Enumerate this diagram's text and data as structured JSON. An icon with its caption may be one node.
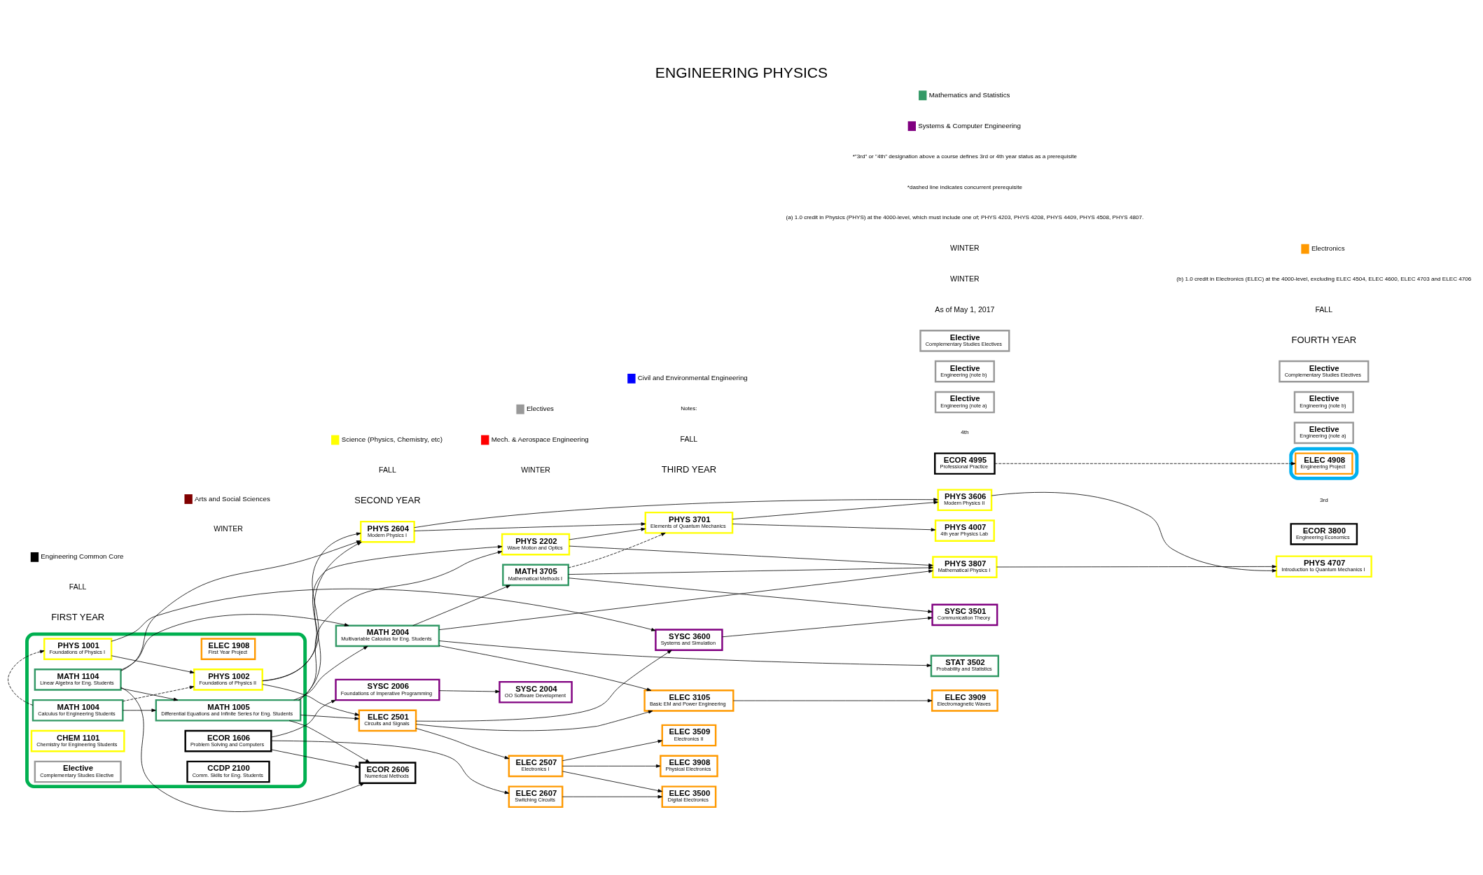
{
  "diagram": {
    "title": "ENGINEERING PHYSICS",
    "nodes": [
      {
        "text": [],
        "shape": "box"
      },
      {
        "text": [
          "MATH 1104",
          "Linear Algebra for Eng. Students"
        ],
        "in": 0
      },
      {
        "text": [
          "ELEC 1908",
          "First Year Project"
        ],
        "in": 0
      },
      {
        "text": [
          "MATH 1004",
          "Calculus for Engineering Students"
        ],
        "in": 0
      },
      {
        "text": [
          "MATH 1005",
          "Differential Equations and Infinite Series for Eng. Students"
        ],
        "in": 0
      },
      {
        "text": [
          "PHYS 1001",
          "Foundations of Physics I"
        ],
        "in": 0
      },
      {
        "text": [
          "PHYS 1002",
          "Foundations of Physics II"
        ],
        "in": 0
      },
      {
        "text": [
          "CHEM 1101",
          "Chemistry for Engineering Students"
        ],
        "in": 0
      },
      {
        "text": [
          "ECOR 1606",
          "Problem Solving and Computers"
        ],
        "in": 0
      },
      {
        "text": [
          "Elective",
          "Complementary Studies Elective"
        ],
        "in": 0
      },
      {
        "text": [
          "CCDP 2100",
          "Comm. Skills for Eng. Students"
        ],
        "in": 0
      },
      {
        "text": [
          "MATH 2004",
          "Multivariable Calculus for Eng. Students"
        ]
      },
      {
        "text": [
          "MATH 3705",
          "Mathematical Methods I"
        ]
      },
      {
        "text": [
          "ELEC 2501",
          "Circuits and Signals"
        ]
      },
      {
        "text": [
          "ELEC 2507",
          "Electronics I"
        ]
      },
      {
        "text": [
          "SYSC 2006",
          "Foundations of Imperative Programming"
        ]
      },
      {
        "text": [
          "SYSC 2004",
          "OO Software Development"
        ]
      },
      {
        "text": [
          "PHYS 2604",
          "Modern Physics I"
        ]
      },
      {
        "text": [
          "PHYS 2202",
          "Wave Motion and Optics"
        ]
      },
      {
        "text": [
          "ECOR 2606",
          "Numerical Methods"
        ]
      },
      {
        "text": [
          "ELEC 2607",
          "Switching Circuits"
        ]
      },
      {
        "text": [
          "ELEC 3509",
          "Electronics II"
        ]
      },
      {
        "text": [
          "ELEC 3908",
          "Physical Electronics"
        ]
      },
      {
        "text": [
          "ELEC 3105",
          "Basic EM and Power Engineering"
        ]
      },
      {
        "text": [
          "PHYS 3701",
          "Elements of Quantum Mechanics"
        ]
      },
      {
        "text": [
          "ELEC 3500",
          "Digital Electronics"
        ]
      },
      {
        "text": [
          "SYSC 3600",
          "Systems and Simulation"
        ]
      },
      {
        "text": [
          "STAT 3502",
          "Probability and Statistics"
        ]
      },
      {
        "text": [
          "SYSC 3501",
          "Communication Theory"
        ]
      },
      {
        "text": [
          "ELEC 3909",
          "Electromagnetic Waves"
        ]
      },
      {
        "text": [
          "PHYS 3606",
          "Modern Physics II"
        ]
      },
      {
        "text": [
          "PHYS 3807",
          "Mathematical Physics I"
        ]
      },
      {
        "text": [
          "ECOR 3800",
          "Engineering Economics"
        ],
        "beside": [
          "3rd"
        ]
      },
      {
        "text": [
          "PHYS 4007",
          "4th year Physics Lab"
        ]
      },
      {
        "text": [
          "PHYS 4707",
          "Introduction to Quantum Mechanics I"
        ]
      },
      {
        "text": [
          "ECOR 4995",
          "Professional Practice"
        ],
        "beside": [
          "4th"
        ]
      },
      {
        "text": [],
        "shape": "box"
      },
      {
        "text": [
          "ELEC 4908",
          "Engineering Project"
        ],
        "in": 36
      },
      {
        "text": [
          "Elective",
          "Engineering (note a)"
        ]
      },
      {
        "text": [
          "Elective",
          "Engineering (note a)"
        ]
      },
      {
        "text": [
          "Elective",
          "Engineering (note b)"
        ]
      },
      {
        "text": [
          "Elective",
          "Engineering (note b)"
        ]
      },
      {
        "text": [
          "Elective",
          "Complementary Studies Electives"
        ]
      },
      {
        "text": [
          "Elective",
          "Complementary Studies Electives"
        ]
      }
    ],
    "edges": [
      {
        "from": 3,
        "to": 4,
        "arrow": "to"
      },
      {
        "from": 3,
        "to": 5,
        "arrow": "to",
        "style": "dashed"
      },
      {
        "from": 3,
        "to": 6,
        "arrow": "to",
        "style": "dashed"
      },
      {
        "from": 5,
        "to": 6,
        "arrow": "to"
      },
      {
        "from": 1,
        "to": 4,
        "arrow": "to"
      },
      {
        "from": 1,
        "to": 11,
        "arrow": "to"
      },
      {
        "from": 4,
        "to": 11,
        "arrow": "to"
      },
      {
        "from": 11,
        "to": 12,
        "arrow": "to"
      },
      {
        "from": 4,
        "to": 13,
        "arrow": "to"
      },
      {
        "from": 6,
        "to": 13,
        "arrow": "to"
      },
      {
        "from": 13,
        "to": 14,
        "arrow": "to"
      },
      {
        "from": 8,
        "to": 15,
        "arrow": "to"
      },
      {
        "from": 15,
        "to": 16,
        "arrow": "to"
      },
      {
        "from": 6,
        "to": 17,
        "arrow": "to"
      },
      {
        "from": 4,
        "to": 17,
        "arrow": "to"
      },
      {
        "from": 1,
        "to": 17,
        "arrow": "to"
      },
      {
        "from": 6,
        "to": 18,
        "arrow": "to"
      },
      {
        "from": 4,
        "to": 18,
        "arrow": "to"
      },
      {
        "from": 8,
        "to": 19,
        "arrow": "to"
      },
      {
        "from": 4,
        "to": 19,
        "arrow": "to"
      },
      {
        "from": 1,
        "to": 19,
        "arrow": "to"
      },
      {
        "from": 8,
        "to": 20,
        "arrow": "to"
      },
      {
        "from": 14,
        "to": 21,
        "arrow": "to"
      },
      {
        "from": 14,
        "to": 22,
        "arrow": "to"
      },
      {
        "from": 11,
        "to": 23,
        "arrow": "to"
      },
      {
        "from": 13,
        "to": 23,
        "arrow": "to"
      },
      {
        "from": 12,
        "to": 24,
        "arrow": "to",
        "style": "dashed"
      },
      {
        "from": 18,
        "to": 24,
        "arrow": "to"
      },
      {
        "from": 17,
        "to": 24,
        "arrow": "to"
      },
      {
        "from": 14,
        "to": 25,
        "arrow": "to"
      },
      {
        "from": 20,
        "to": 25,
        "arrow": "to"
      },
      {
        "from": 5,
        "to": 26,
        "arrow": "to"
      },
      {
        "from": 13,
        "to": 26,
        "arrow": "to"
      },
      {
        "from": 11,
        "to": 27,
        "arrow": "to"
      },
      {
        "from": 12,
        "to": 28,
        "arrow": "to"
      },
      {
        "from": 26,
        "to": 28,
        "arrow": "to"
      },
      {
        "from": 23,
        "to": 29,
        "arrow": "to"
      },
      {
        "from": 24,
        "to": 30,
        "arrow": "to"
      },
      {
        "from": 17,
        "to": 30,
        "arrow": "to"
      },
      {
        "from": 11,
        "to": 31,
        "arrow": "to"
      },
      {
        "from": 12,
        "to": 31,
        "arrow": "to"
      },
      {
        "from": 18,
        "to": 31,
        "arrow": "to"
      },
      {
        "from": 24,
        "to": 33,
        "arrow": "to"
      },
      {
        "from": 30,
        "to": 34,
        "arrow": "to"
      },
      {
        "from": 31,
        "to": 34,
        "arrow": "to"
      },
      {
        "from": 35,
        "to": 37,
        "arrow": "to",
        "style": "dashed"
      }
    ],
    "labels": [
      "As of May 1, 2017",
      "FIRST YEAR",
      "SECOND YEAR",
      "THIRD YEAR",
      "FOURTH YEAR",
      "FALL",
      "WINTER",
      "FALL",
      "WINTER",
      "FALL",
      "WINTER",
      "FALL",
      "WINTER",
      "Notes:",
      "(a) 1.0 credit in Physics (PHYS) at the 4000-level, which must include one of; PHYS 4203, PHYS 4208, PHYS 4409, PHYS 4508, PHYS 4807.",
      "(b) 1.0 credit in Electronics (ELEC) at the 4000-level, excluding ELEC 4504, ELEC 4600, ELEC 4703 and ELEC 4706",
      "*dashed line indicates concurrent prerequisite",
      "*\"3rd\" or \"4th\" designation above a course defines 3rd or 4th year status as a prerequisite"
    ],
    "legend": [
      {
        "text": "Engineering Common Core",
        "color": "#000000"
      },
      {
        "text": "Arts and Social Sciences",
        "color": "#800000"
      },
      {
        "text": "Science (Physics, Chemistry, etc)",
        "color": "#ffff00"
      },
      {
        "text": "Mech. & Aerospace Engineering",
        "color": "#ff0000"
      },
      {
        "text": "Civil and Environmental Engineering",
        "color": "#0000ff"
      },
      {
        "text": "Systems & Computer Engineering",
        "color": "#800080"
      },
      {
        "text": "Electronics",
        "color": "#ff9900"
      },
      {
        "text": "Mathematics and Statistics",
        "color": "#339966"
      },
      {
        "text": "Electives",
        "color": "#999999"
      }
    ]
  }
}
